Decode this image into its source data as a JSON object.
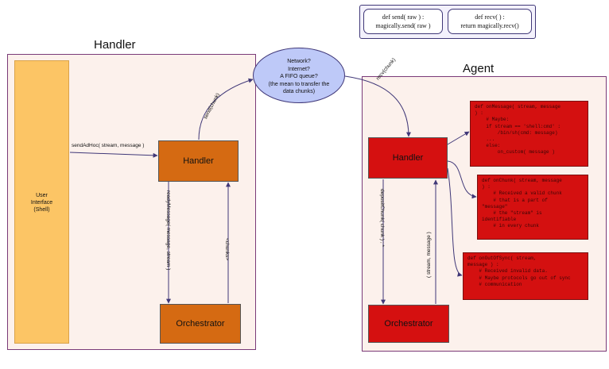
{
  "legend": {
    "send_line1": "def send( raw ) :",
    "send_line2": "magically.send( raw )",
    "recv_line1": "def recv( ) :",
    "recv_line2": "return magically.recv()"
  },
  "handler_panel": {
    "title": "Handler",
    "user_interface": {
      "line1": "User",
      "line2": "Interface",
      "line3": "(Shell)"
    },
    "handler_label": "Handler",
    "orchestrator_label": "Orchestrator",
    "send_ad_hoc_label": "sendAdHoc( stream, message )",
    "ready_message_label": "readyMessage( message, stream )",
    "chunks_label": "<chunks>"
  },
  "network": {
    "line1": "Network?",
    "line2": "Internet?",
    "line3": "A FIFO queue?",
    "line4": "(the mean to transfer the",
    "line5": "data chunks)",
    "send_label": "send(chunk)",
    "recv_label": "recv(chunk)"
  },
  "agent_panel": {
    "title": "Agent",
    "handler_label": "Handler",
    "orchestrator_label": "Orchestrator",
    "deposit_chunk_label": "depositChunk( chunk ) ; *",
    "stream_message_label": "( stream, message )",
    "code_on_message": "def onMessage( stream, message\n) :\n    # Maybe:\n    if stream == 'shell:cmd' :\n        /bin/sh(cmd: message)\n    ...\n    else:\n        on_custom( message )",
    "code_on_chunk": "def onChunk( stream, message\n) :\n    # Received a valid chunk\n    # that is a part of\n\"message\"\n    # the \"stream\" is\nidentifiable\n    # in every chunk",
    "code_on_out_of_sync": "def onOutOfSync( stream,\nmessage ) :\n    # Received invalid data.\n    # Maybe protocols go out of sync\n    # communication"
  }
}
